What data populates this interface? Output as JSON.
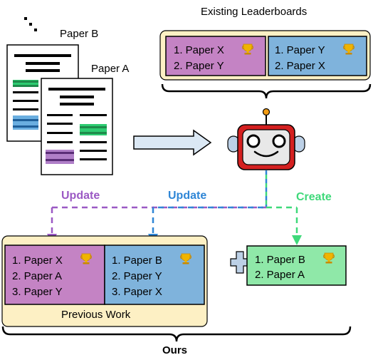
{
  "colors": {
    "purple": "#9b59c4",
    "purple_fill": "#c483c4",
    "blue": "#2f86d6",
    "blue_fill": "#7fb3dc",
    "green": "#3fd97a",
    "green_fill": "#8fe8a8",
    "cream": "#fdf0c4",
    "robot_red": "#d42020",
    "arrow_fill": "#dbe8f4"
  },
  "papers": {
    "paper_b_label": "Paper B",
    "paper_a_label": "Paper A"
  },
  "existing": {
    "title": "Existing Leaderboards",
    "left": [
      "1. Paper X",
      "2. Paper Y"
    ],
    "right": [
      "1. Paper Y",
      "2. Paper X"
    ]
  },
  "flows": {
    "update_left": "Update",
    "update_right": "Update",
    "create": "Create"
  },
  "previous": {
    "title": "Previous Work",
    "left": [
      "1. Paper X",
      "2. Paper A",
      "3. Paper Y"
    ],
    "right": [
      "1. Paper B",
      "2. Paper Y",
      "3. Paper X"
    ]
  },
  "new_board": [
    "1. Paper B",
    "2. Paper A"
  ],
  "ours_label": "Ours",
  "icons": {
    "trophy": "trophy-icon",
    "plus": "plus-icon",
    "robot": "robot-icon",
    "ellipsis": "ellipsis-icon"
  }
}
